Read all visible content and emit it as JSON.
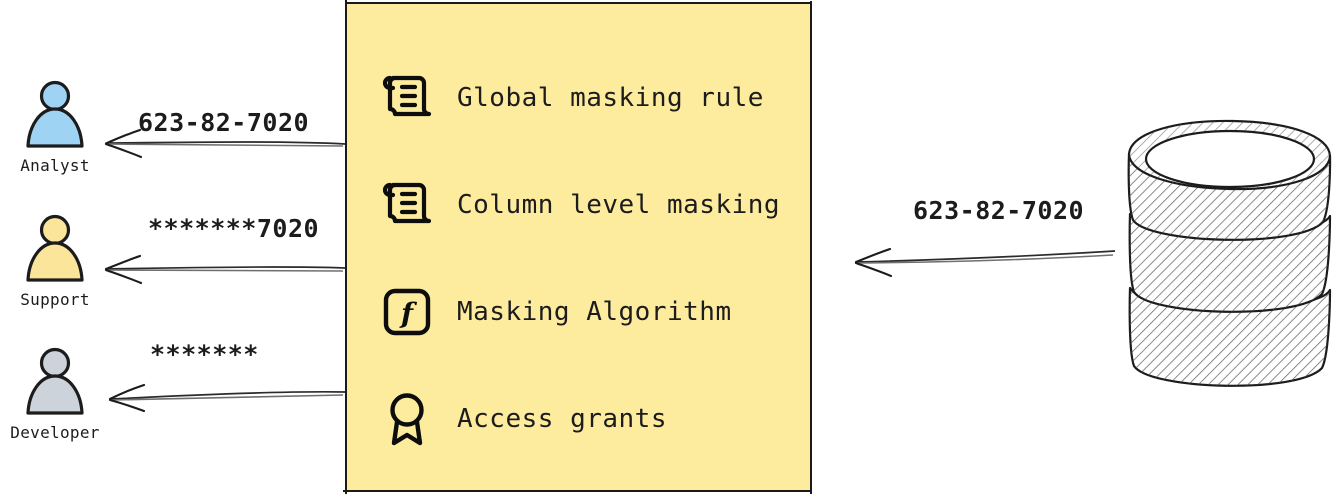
{
  "diagram": {
    "type": "data-masking-flow",
    "background": "#ffffff"
  },
  "policy_box": {
    "fill_color": "#fdeb9e",
    "border_color": "#1a1a16",
    "items": [
      {
        "icon": "scroll-icon",
        "label": "Global masking rule"
      },
      {
        "icon": "scroll-icon",
        "label": "Column level masking"
      },
      {
        "icon": "function-icon",
        "label": "Masking Algorithm"
      },
      {
        "icon": "award-icon",
        "label": "Access grants"
      }
    ]
  },
  "actors": [
    {
      "id": "analyst",
      "label": "Analyst",
      "color": "#9fd3f4",
      "flow_value": "623-82-7020"
    },
    {
      "id": "support",
      "label": "Support",
      "color": "#fbe59b",
      "flow_value": "*******7020"
    },
    {
      "id": "developer",
      "label": "Developer",
      "color": "#ccd3da",
      "flow_value": "*******"
    }
  ],
  "source": {
    "id": "database",
    "icon": "database-cylinder-icon",
    "flow_value": "623-82-7020",
    "fill_color": "#ffffff",
    "stroke_color": "#1c1c1c"
  }
}
